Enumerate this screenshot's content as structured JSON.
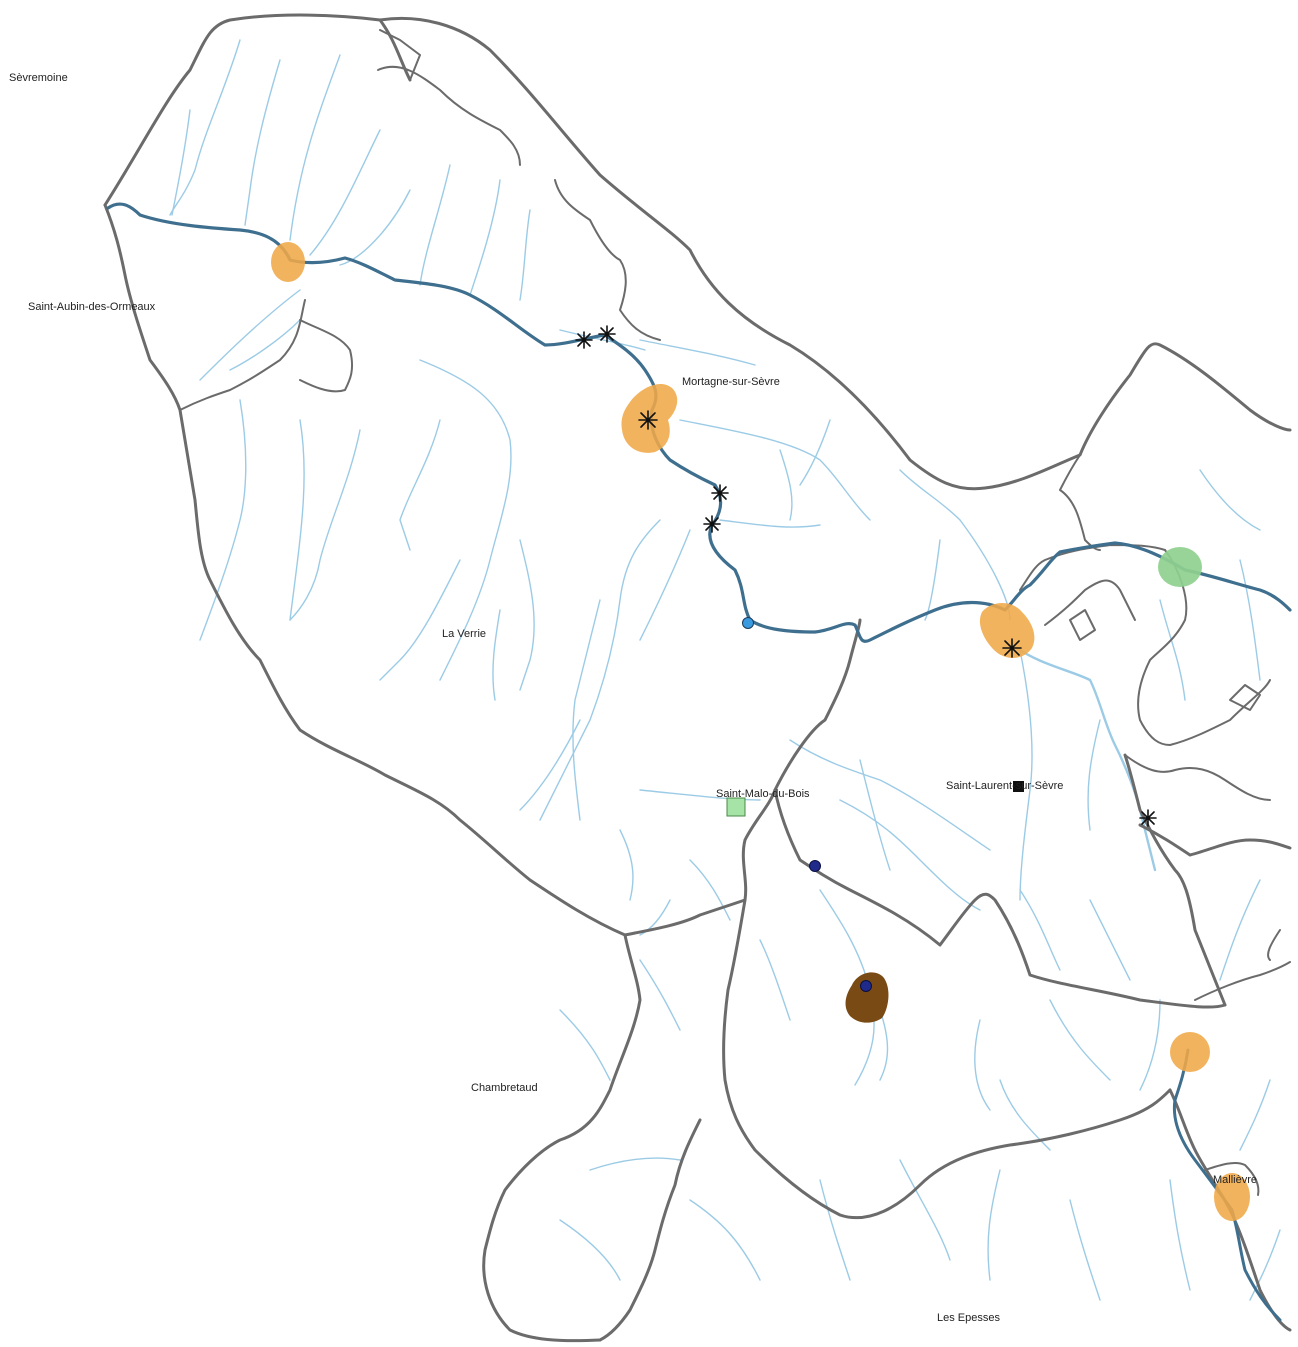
{
  "map": {
    "colors": {
      "boundary": "#6b6b6b",
      "stream": "#9ccbe6",
      "main_river": "#3f6f8e",
      "orange_zone": "#f0a848",
      "green_zone": "#8fd08f",
      "brown_zone": "#7a4a14",
      "marker_light_blue": "#3a9ae0",
      "marker_dark_blue": "#1f2a8a",
      "marker_green_square": "#a6e3a6",
      "marker_black_square": "#111111",
      "star_marker": "#111111"
    },
    "labels": {
      "sevremoine": "Sèvremoine",
      "saint_aubin": "Saint-Aubin-des-Ormeaux",
      "mortagne": "Mortagne-sur-Sèvre",
      "la_verrie": "La Verrie",
      "saint_malo": "Saint-Malo-du-Bois",
      "saint_laurent": "Saint-Laurent-sur-Sèvre",
      "chambretaud": "Chambretaud",
      "mallievre": "Mallièvre",
      "les_epesses": "Les Epesses"
    }
  }
}
